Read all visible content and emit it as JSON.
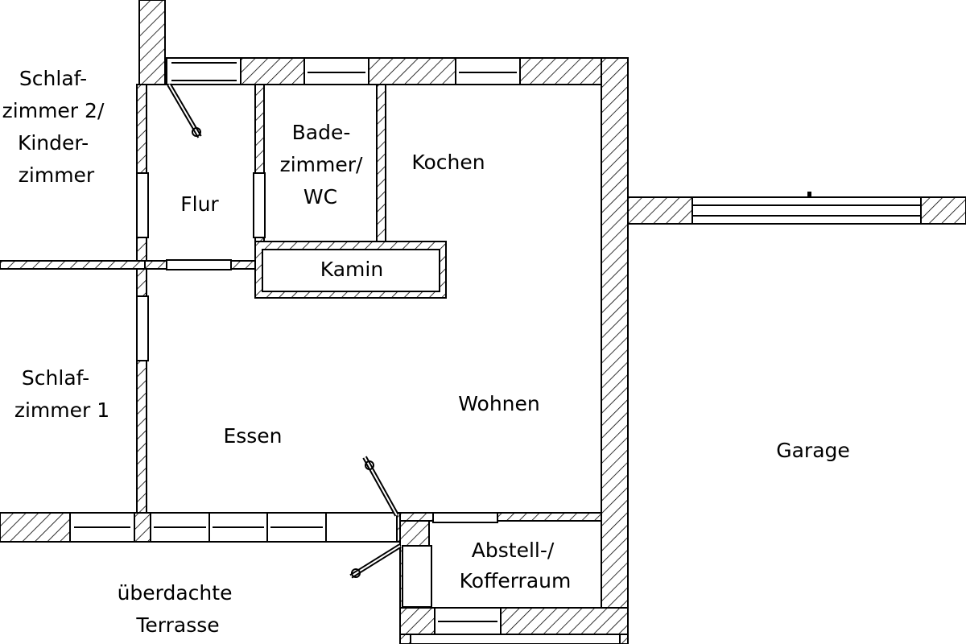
{
  "floor_plan": {
    "rooms": {
      "schlafzimmer2": [
        "Schlaf-",
        "zimmer 2/",
        "Kinder-",
        "zimmer"
      ],
      "flur": [
        "Flur"
      ],
      "badezimmer": [
        "Bade-",
        "zimmer/",
        "WC"
      ],
      "kochen": [
        "Kochen"
      ],
      "kamin": [
        "Kamin"
      ],
      "schlafzimmer1": [
        "Schlaf-",
        "zimmer 1"
      ],
      "essen": [
        "Essen"
      ],
      "wohnen": [
        "Wohnen"
      ],
      "garage": [
        "Garage"
      ],
      "abstellraum": [
        "Abstell-/",
        "Kofferraum"
      ],
      "terrasse": [
        "überdachte",
        "Terrasse"
      ]
    },
    "colors": {
      "line": "#000000",
      "background": "#ffffff"
    }
  }
}
